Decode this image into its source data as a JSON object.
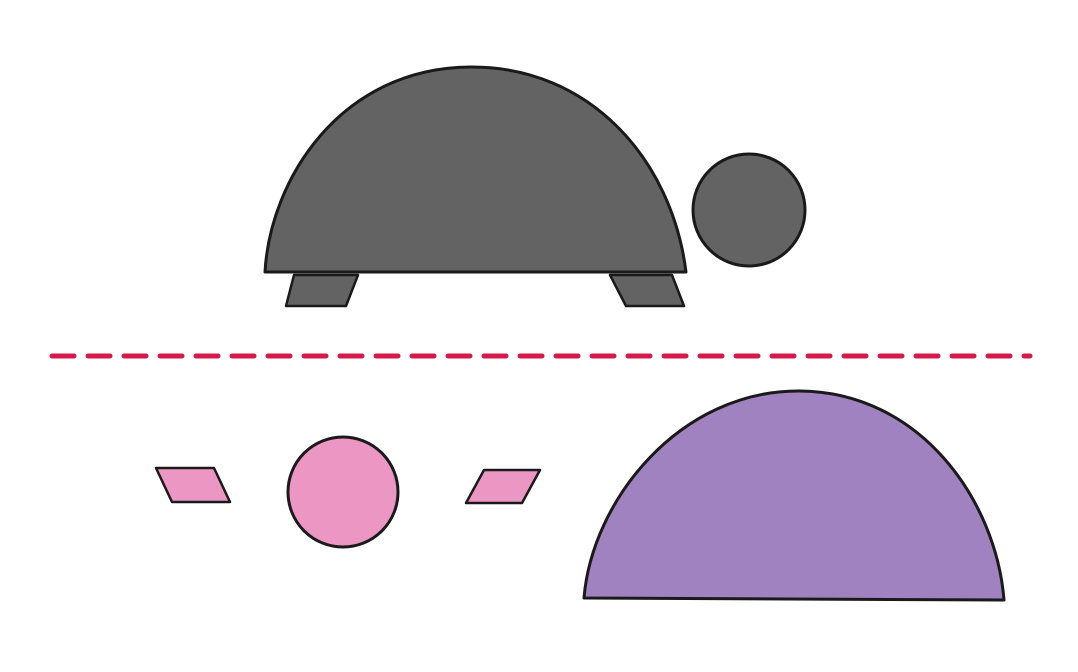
{
  "colors": {
    "background": "#ffffff",
    "outline": "#1a1a1a",
    "turtle_fill": "#636363",
    "divider": "#d6194a",
    "pink_pieces": "#ec96c3",
    "purple_shell": "#9f82bf"
  },
  "icons": {
    "turtle_shell": "half-circle",
    "turtle_head": "circle",
    "turtle_legs": "parallelogram",
    "divider": "dashed-line"
  }
}
